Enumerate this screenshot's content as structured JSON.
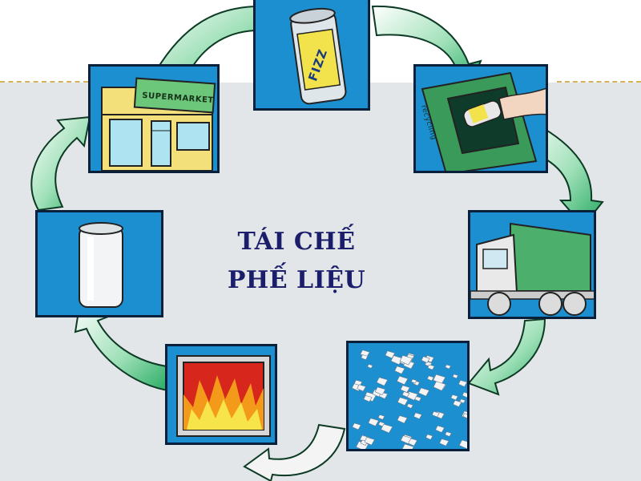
{
  "diagram": {
    "title_line1": "TÁI CHẾ",
    "title_line2": "PHẾ LIỆU",
    "store_sign": "SUPERMARKET",
    "can_label": "FIZZ",
    "bin_label": "recycling",
    "steps": [
      {
        "name": "supermarket",
        "icon": "supermarket-icon"
      },
      {
        "name": "drink-can",
        "icon": "soda-can-icon"
      },
      {
        "name": "recycling-bin",
        "icon": "recycling-bin-icon"
      },
      {
        "name": "collection-truck",
        "icon": "garbage-truck-icon"
      },
      {
        "name": "shredded-aluminium",
        "icon": "shredded-metal-icon"
      },
      {
        "name": "furnace",
        "icon": "furnace-fire-icon"
      },
      {
        "name": "new-can",
        "icon": "plain-can-icon"
      }
    ],
    "colors": {
      "tile_blue": "#1c8fd1",
      "arrow_green": "#3fbf7a",
      "arrow_light": "#e8f7ee",
      "title_navy": "#1b1f6b",
      "dash_gold": "#d6b35a",
      "background_gray": "#e2e6e8"
    }
  }
}
